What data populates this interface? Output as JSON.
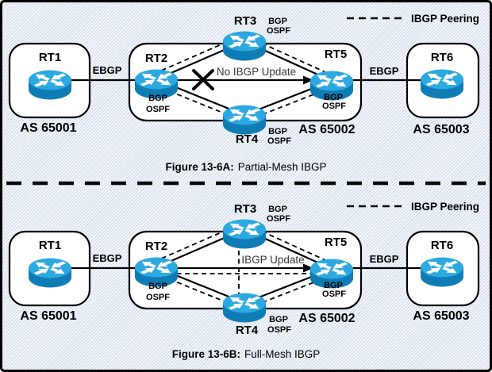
{
  "legend": {
    "label": "IBGP Peering"
  },
  "labels": {
    "bgp": "BGP",
    "ospf": "OSPF",
    "ebgp": "EBGP"
  },
  "routers": {
    "rt1": "RT1",
    "rt2": "RT2",
    "rt3": "RT3",
    "rt4": "RT4",
    "rt5": "RT5",
    "rt6": "RT6"
  },
  "as_labels": {
    "as65001": "AS 65001",
    "as65002": "AS 65002",
    "as65003": "AS 65003"
  },
  "figure_a": {
    "caption_label": "Figure 13-6A:",
    "caption_title": "Partial-Mesh IBGP",
    "update_label": "No IBGP Update"
  },
  "figure_b": {
    "caption_label": "Figure 13-6B:",
    "caption_title": "Full-Mesh IBGP",
    "update_label": "IBGP Update"
  },
  "colors": {
    "router_top": "#2BA9E0",
    "router_side": "#0F7CB5",
    "router_outline": "#09628F",
    "line": "#000000",
    "update_text": "#383838",
    "background": "#E6EDF6"
  }
}
